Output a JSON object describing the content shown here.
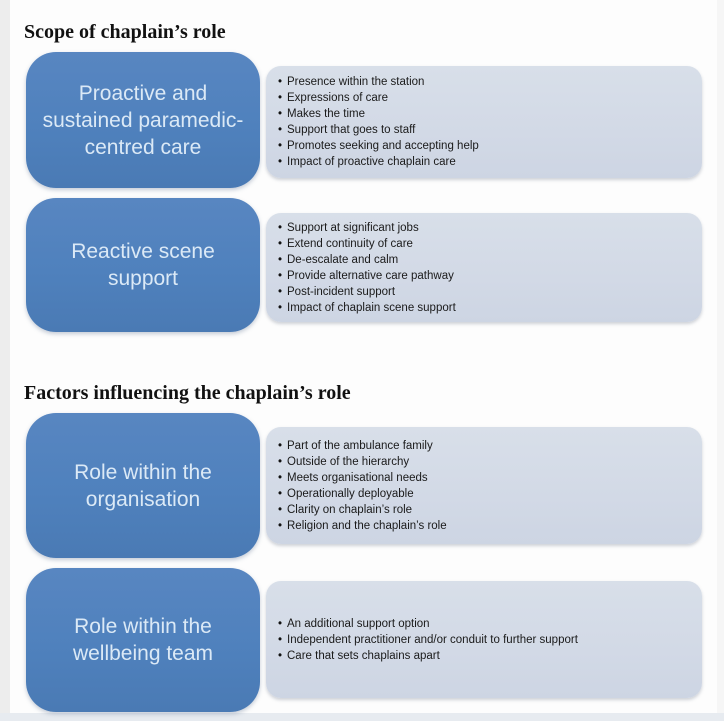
{
  "colors": {
    "page_bg": "#fdfdfd",
    "box_blue": "#4f81bd",
    "box_text": "#dbe9f6",
    "list_bg": "#d2d9e6",
    "heading_text": "#111111",
    "bullet_text": "#1a1a1a"
  },
  "headings": [
    {
      "text": "Scope of chaplain’s role"
    },
    {
      "text": "Factors influencing the chaplain’s role"
    }
  ],
  "sections": [
    {
      "label": "Proactive and sustained paramedic-centred care",
      "bullets": [
        "Presence within the station",
        "Expressions of care",
        "Makes the time",
        "Support that goes to staff",
        "Promotes seeking and accepting help",
        "Impact of proactive chaplain care"
      ]
    },
    {
      "label": "Reactive scene support",
      "bullets": [
        "Support at significant jobs",
        "Extend continuity of care",
        "De-escalate and calm",
        "Provide alternative care pathway",
        "Post-incident support",
        "Impact of chaplain scene support"
      ]
    },
    {
      "label": "Role within the organisation",
      "bullets": [
        "Part of the ambulance family",
        "Outside of the hierarchy",
        "Meets organisational needs",
        "Operationally deployable",
        "Clarity on chaplain’s role",
        "Religion and the chaplain’s role"
      ]
    },
    {
      "label": "Role within the wellbeing team",
      "bullets": [
        "An additional support option",
        "Independent practitioner and/or conduit to further support",
        "Care that sets chaplains apart"
      ]
    }
  ]
}
